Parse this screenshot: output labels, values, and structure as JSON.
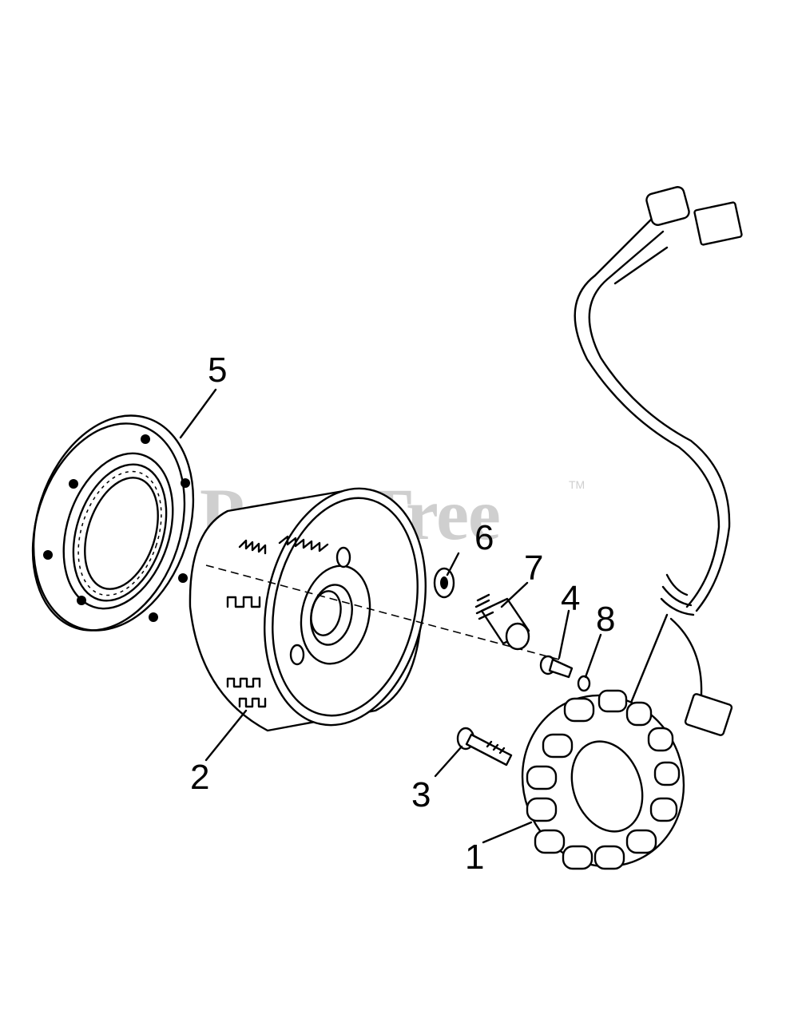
{
  "watermark": {
    "text": "PartsTree",
    "trademark": "TM"
  },
  "callouts": [
    {
      "id": "1",
      "label": "1"
    },
    {
      "id": "2",
      "label": "2"
    },
    {
      "id": "3",
      "label": "3"
    },
    {
      "id": "4",
      "label": "4"
    },
    {
      "id": "5",
      "label": "5"
    },
    {
      "id": "6",
      "label": "6"
    },
    {
      "id": "7",
      "label": "7"
    },
    {
      "id": "8",
      "label": "8"
    }
  ]
}
